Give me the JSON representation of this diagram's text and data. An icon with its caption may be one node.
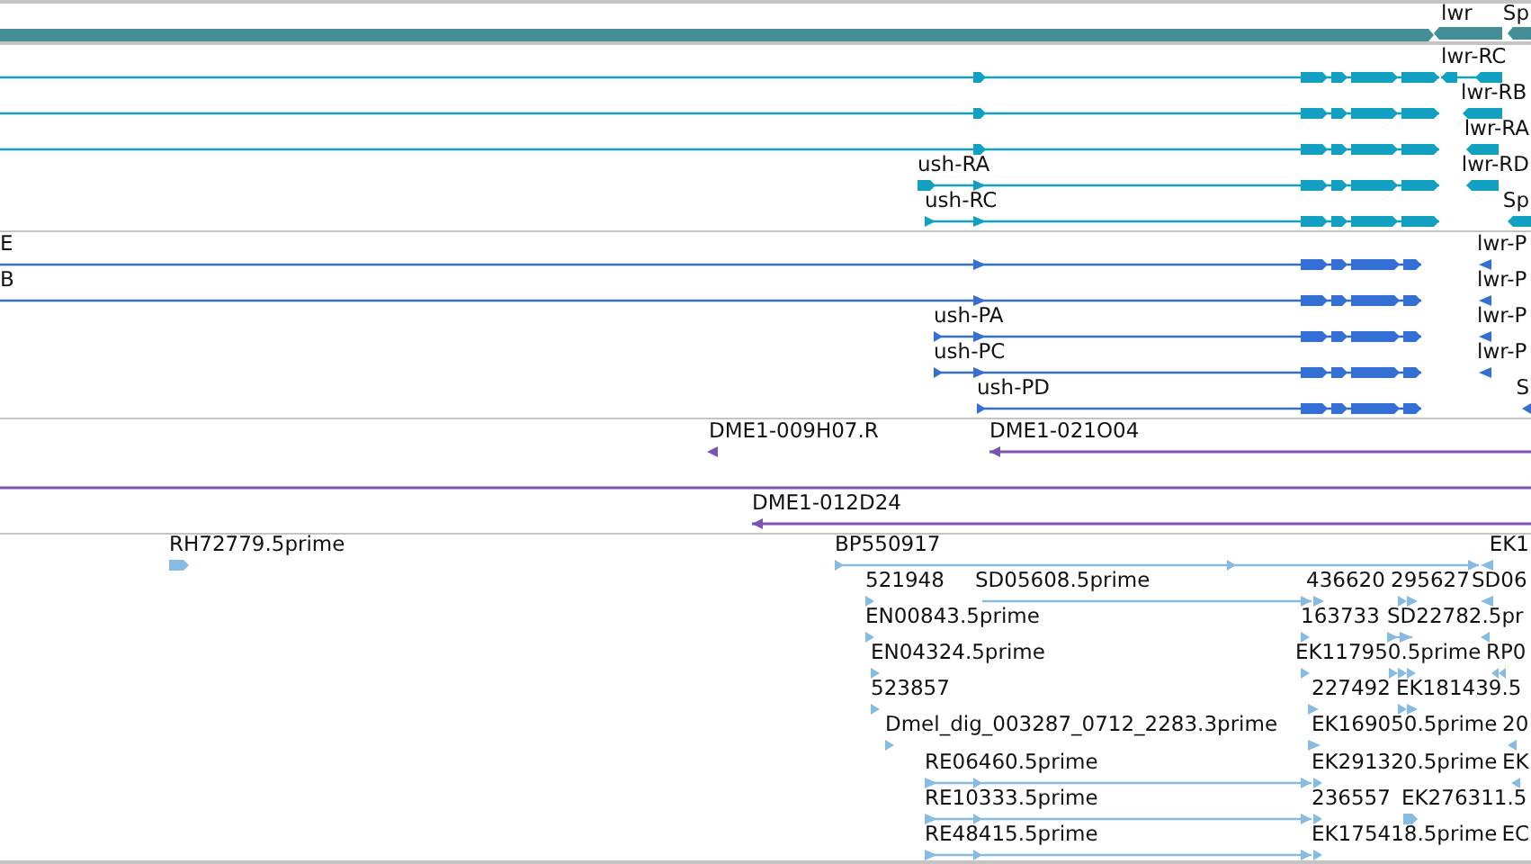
{
  "diagram": {
    "nodes": [
      {
        "text": [],
        "shape": "bar"
      },
      {
        "text": [
          "lwr"
        ]
      },
      {
        "text": [
          "Sp"
        ]
      },
      {
        "text": [],
        "shape": "bar"
      },
      {
        "text": [
          "lwr-RC"
        ]
      },
      {
        "text": [],
        "shape": "bar"
      },
      {
        "text": [
          "lwr-RB"
        ]
      },
      {
        "text": [],
        "shape": "bar"
      },
      {
        "text": [
          "lwr-RA"
        ]
      },
      {
        "text": [
          "ush-RA"
        ]
      },
      {
        "text": [
          "lwr-RD"
        ]
      },
      {
        "text": [
          "ush-RC"
        ]
      },
      {
        "text": [
          "Sp"
        ]
      },
      {
        "text": [
          "E"
        ]
      },
      {
        "text": [
          "lwr-P"
        ]
      },
      {
        "text": [
          "B"
        ]
      },
      {
        "text": [
          "lwr-P"
        ]
      },
      {
        "text": [
          "ush-PA"
        ]
      },
      {
        "text": [
          "lwr-P"
        ]
      },
      {
        "text": [
          "ush-PC"
        ]
      },
      {
        "text": [
          "lwr-P"
        ]
      },
      {
        "text": [
          "ush-PD"
        ]
      },
      {
        "text": [
          "S"
        ]
      },
      {
        "text": [
          "DME1-009H07.R"
        ]
      },
      {
        "text": [
          "DME1-021O04"
        ]
      },
      {
        "text": [],
        "shape": "bar"
      },
      {
        "text": [
          "DME1-012D24"
        ]
      },
      {
        "text": [
          "RH72779.5prime"
        ]
      },
      {
        "text": [
          "BP550917"
        ]
      },
      {
        "text": [
          "EK1"
        ]
      },
      {
        "text": [
          "521948"
        ]
      },
      {
        "text": [
          "SD05608.5prime"
        ]
      },
      {
        "text": [
          "436620"
        ]
      },
      {
        "text": [
          "295627"
        ]
      },
      {
        "text": [
          "SD06"
        ]
      },
      {
        "text": [
          "EN00843.5prime"
        ]
      },
      {
        "text": [
          "163733"
        ]
      },
      {
        "text": [
          "SD22782.5pr"
        ]
      },
      {
        "text": [],
        "shape": "arrow"
      },
      {
        "text": [
          "EN04324.5prime"
        ]
      },
      {
        "text": [
          "EK117950.5prime"
        ]
      },
      {
        "text": [],
        "shape": "arrow"
      },
      {
        "text": [
          "RP0"
        ]
      },
      {
        "text": [
          "523857"
        ]
      },
      {
        "text": [
          "227492"
        ]
      },
      {
        "text": [
          "EK181439.5"
        ]
      },
      {
        "text": [
          "Dmel_dig_003287_0712_2283.3prime"
        ]
      },
      {
        "text": [
          "EK169050.5prime"
        ]
      },
      {
        "text": [
          "20"
        ]
      },
      {
        "text": [
          "RE06460.5prime"
        ]
      },
      {
        "text": [
          "EK291320.5prime"
        ]
      },
      {
        "text": [
          "EK"
        ]
      },
      {
        "text": [
          "RE10333.5prime"
        ]
      },
      {
        "text": [
          "236557"
        ]
      },
      {
        "text": [
          "EK276311.5"
        ]
      },
      {
        "text": [
          "RE48415.5prime"
        ]
      },
      {
        "text": [
          "EK175418.5prime"
        ]
      },
      {
        "text": [
          "EC"
        ]
      }
    ]
  }
}
